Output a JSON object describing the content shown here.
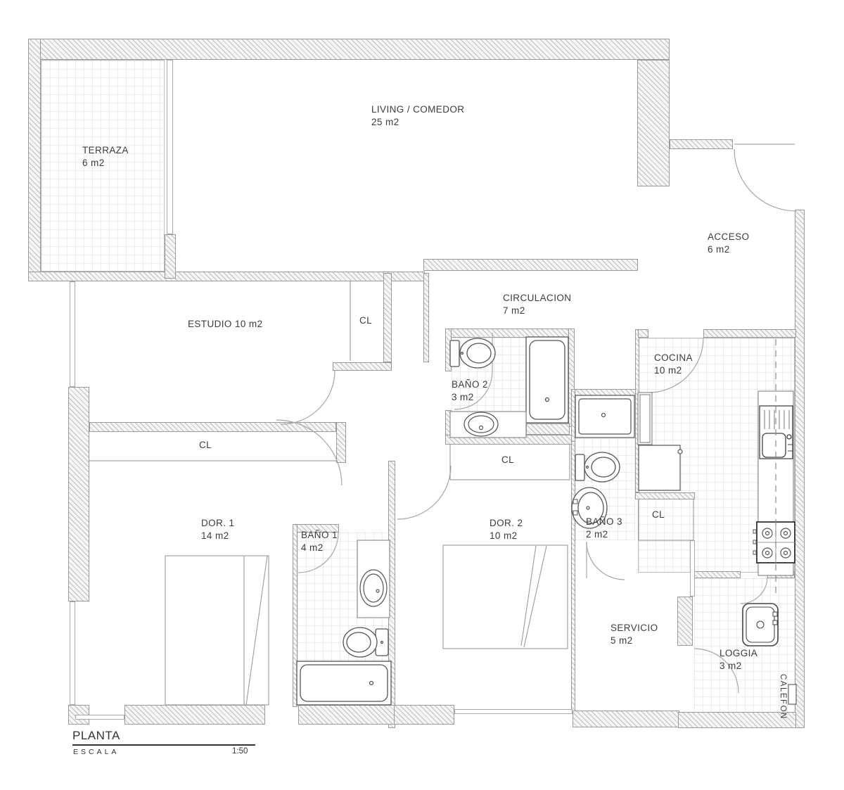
{
  "plan": {
    "title": "PLANTA",
    "scale_label": "ESCALA",
    "scale_value": "1:50",
    "rooms": [
      {
        "id": "terraza",
        "label": "TERRAZA",
        "area": "6 m2"
      },
      {
        "id": "living",
        "label": "LIVING / COMEDOR",
        "area": "25 m2"
      },
      {
        "id": "acceso",
        "label": "ACCESO",
        "area": "6 m2"
      },
      {
        "id": "circulacion",
        "label": "CIRCULACION",
        "area": "7 m2"
      },
      {
        "id": "estudio",
        "label": "ESTUDIO 10 m2",
        "area": ""
      },
      {
        "id": "cocina",
        "label": "COCINA",
        "area": "10 m2"
      },
      {
        "id": "bano2",
        "label": "BAÑO 2",
        "area": "3 m2"
      },
      {
        "id": "dor1",
        "label": "DOR. 1",
        "area": "14 m2"
      },
      {
        "id": "bano1",
        "label": "BAÑO 1",
        "area": "4 m2"
      },
      {
        "id": "dor2",
        "label": "DOR. 2",
        "area": "10 m2"
      },
      {
        "id": "bano3",
        "label": "BAÑO 3",
        "area": "2 m2"
      },
      {
        "id": "servicio",
        "label": "SERVICIO",
        "area": "5 m2"
      },
      {
        "id": "loggia",
        "label": "LOGGIA",
        "area": "3 m2"
      },
      {
        "id": "calefon",
        "label": "CALEFON",
        "area": ""
      }
    ],
    "closets": [
      {
        "label": "CL"
      },
      {
        "label": "CL"
      },
      {
        "label": "CL"
      },
      {
        "label": "CL"
      }
    ],
    "colors": {
      "wall_outline": "#9a9a9a",
      "line": "#9f9f9f",
      "fixture": "#555555",
      "text": "#3c3c3c",
      "dashed": "#888888"
    }
  }
}
